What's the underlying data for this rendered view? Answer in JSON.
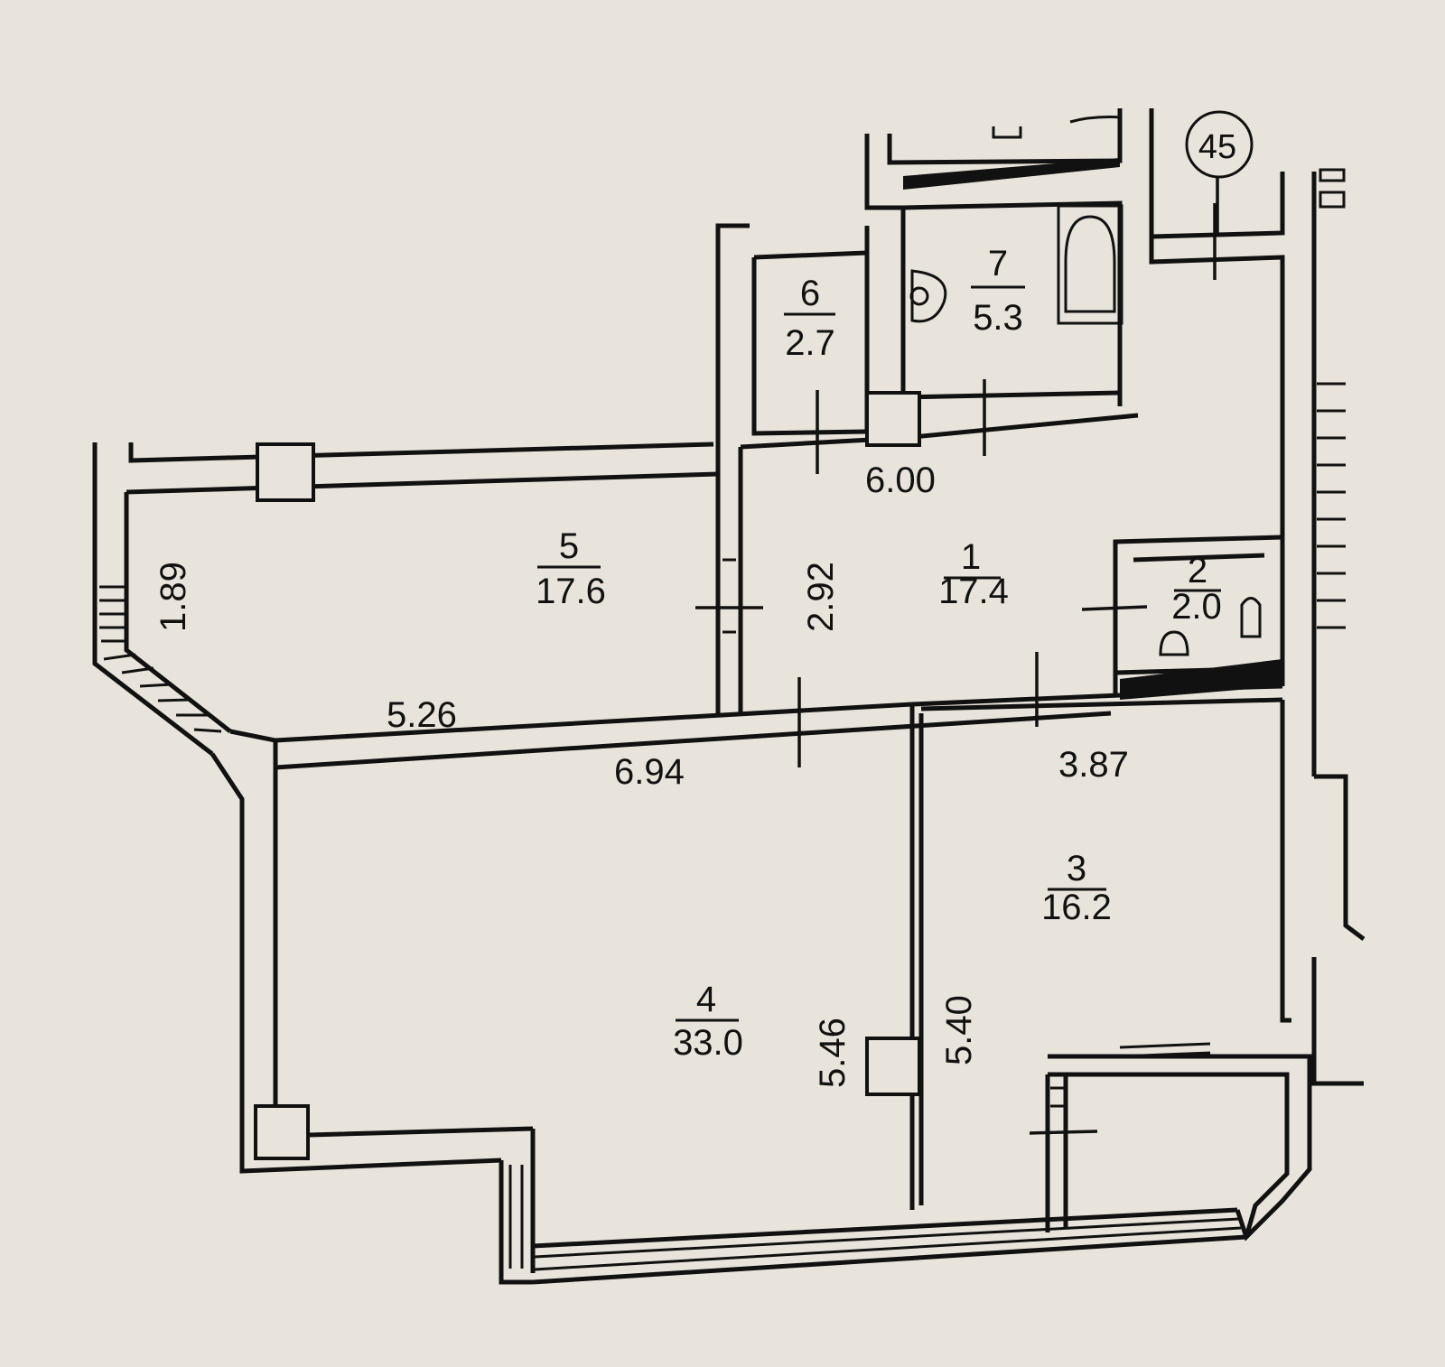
{
  "page_marker": "45",
  "rooms": [
    {
      "number": "1",
      "area": "17.4"
    },
    {
      "number": "2",
      "area": "2.0"
    },
    {
      "number": "3",
      "area": "16.2"
    },
    {
      "number": "4",
      "area": "33.0"
    },
    {
      "number": "5",
      "area": "17.6"
    },
    {
      "number": "6",
      "area": "2.7"
    },
    {
      "number": "7",
      "area": "5.3"
    }
  ],
  "dimensions": [
    "6.00",
    "2.92",
    "1.89",
    "5.26",
    "6.94",
    "3.87",
    "5.46",
    "5.40"
  ]
}
